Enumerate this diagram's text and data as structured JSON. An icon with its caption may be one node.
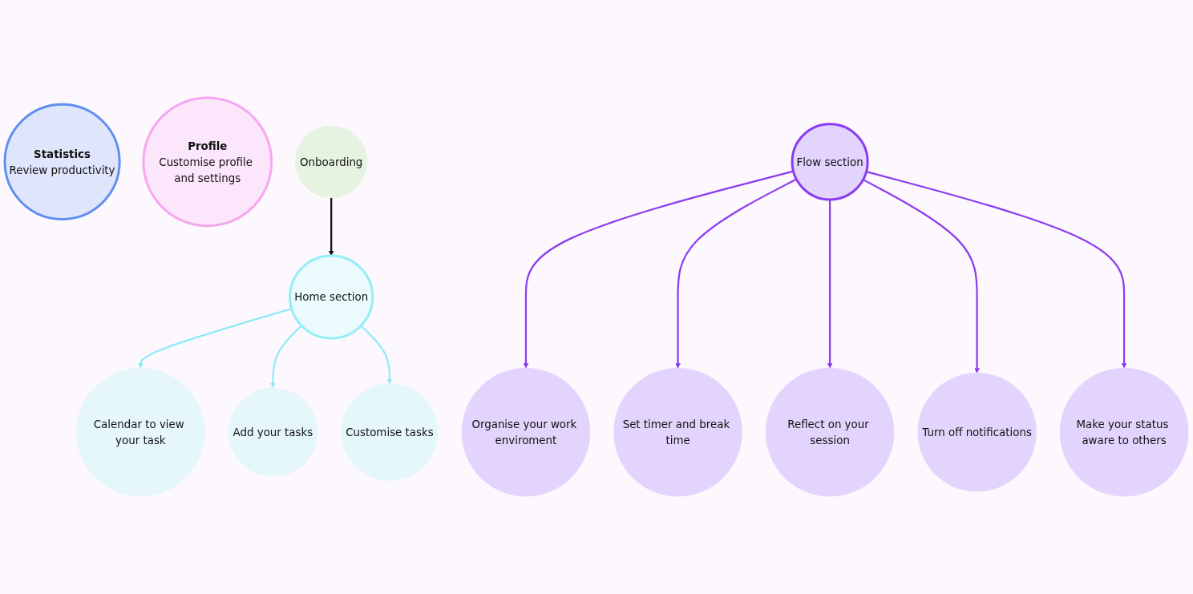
{
  "diagram": {
    "nodes": [
      {
        "text": [
          "Onboarding"
        ]
      },
      {
        "text": [
          "Home section"
        ]
      },
      {
        "text": [
          "Calendar to view your task"
        ]
      },
      {
        "text": [
          "Add your tasks"
        ]
      },
      {
        "text": [
          "Customise tasks"
        ]
      },
      {
        "text": [
          "Flow section"
        ]
      },
      {
        "text": [
          "Organise your work enviroment"
        ]
      },
      {
        "text": [
          "Set timer and break time"
        ]
      },
      {
        "text": [
          "Reflect on your session"
        ]
      },
      {
        "text": [
          "Turn off notifications"
        ]
      },
      {
        "text": [
          "Make your status aware to others"
        ]
      },
      {
        "text": [
          "Statistics",
          "Review productivity"
        ]
      },
      {
        "text": [
          "Profile",
          "Customise profile and settings"
        ]
      }
    ],
    "edges": [
      {
        "from": 0,
        "to": 1,
        "arrow": "to",
        "color": "#111111"
      },
      {
        "from": 1,
        "to": 2,
        "arrow": "to",
        "color": "#8eeaf7"
      },
      {
        "from": 1,
        "to": 3,
        "arrow": "to",
        "color": "#8eeaf7"
      },
      {
        "from": 1,
        "to": 4,
        "arrow": "to",
        "color": "#8eeaf7"
      },
      {
        "from": 5,
        "to": 6,
        "arrow": "to",
        "color": "#8a3cf0"
      },
      {
        "from": 5,
        "to": 7,
        "arrow": "to",
        "color": "#8a3cf0"
      },
      {
        "from": 5,
        "to": 8,
        "arrow": "to",
        "color": "#8a3cf0"
      },
      {
        "from": 5,
        "to": 9,
        "arrow": "to",
        "color": "#8a3cf0"
      },
      {
        "from": 5,
        "to": 10,
        "arrow": "to",
        "color": "#8a3cf0"
      }
    ]
  }
}
